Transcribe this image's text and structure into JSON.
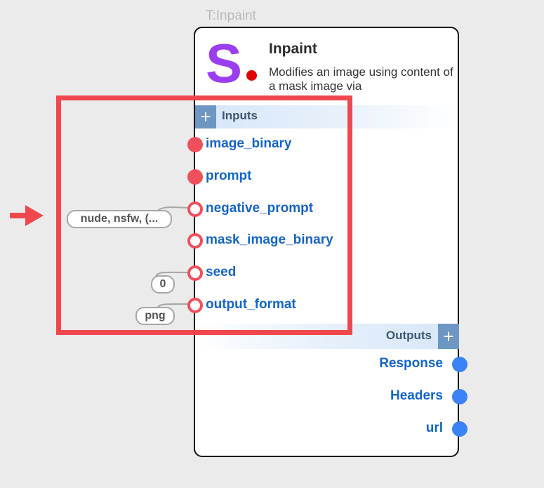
{
  "node": {
    "tag": "T:Inpaint",
    "logo_letter": "S",
    "title": "Inpaint",
    "description": "Modifies an image using content of a mask image via"
  },
  "inputs": {
    "header": "Inputs",
    "toggle": "+",
    "ports": [
      {
        "label": "image_binary",
        "required": true
      },
      {
        "label": "prompt",
        "required": true
      },
      {
        "label": "negative_prompt",
        "required": false,
        "value": "nude, nsfw, (..."
      },
      {
        "label": "mask_image_binary",
        "required": false
      },
      {
        "label": "seed",
        "required": false,
        "value": "0"
      },
      {
        "label": "output_format",
        "required": false,
        "value": "png"
      }
    ]
  },
  "outputs": {
    "header": "Outputs",
    "toggle": "+",
    "ports": [
      {
        "label": "Response"
      },
      {
        "label": "Headers"
      },
      {
        "label": "url"
      }
    ]
  },
  "colors": {
    "required_port": "#f0505c",
    "output_port": "#3b82f6",
    "highlight": "#f0474e",
    "logo": "#9b3df0",
    "port_label": "#1565c8"
  },
  "icons": {
    "annotation_arrow": "arrow-right-icon",
    "inputs_toggle": "plus-icon",
    "outputs_toggle": "plus-icon"
  }
}
